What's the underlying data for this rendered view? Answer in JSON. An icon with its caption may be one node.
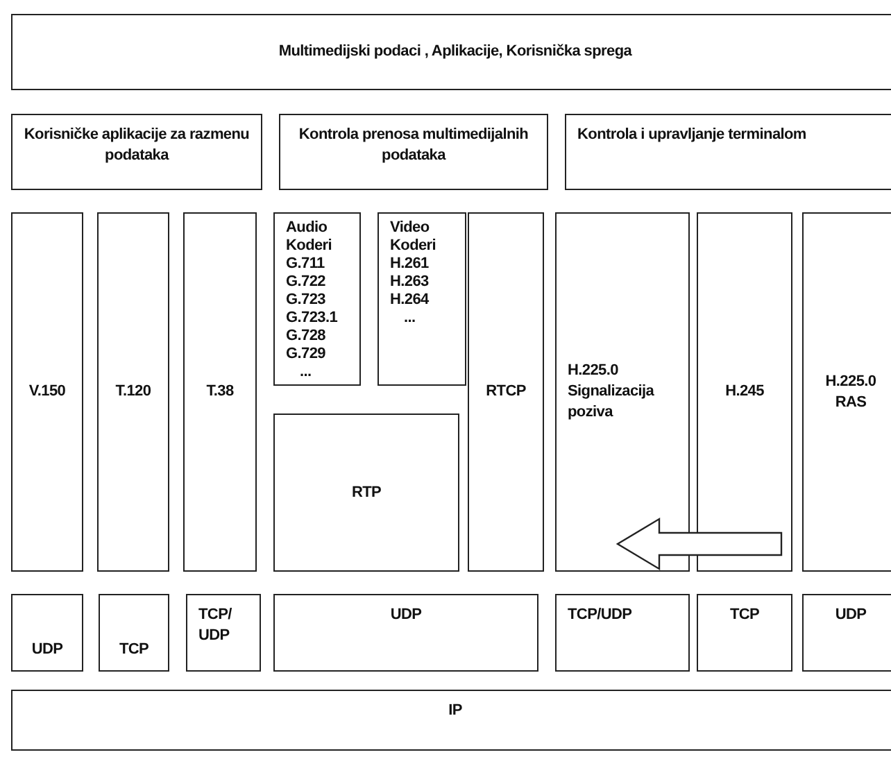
{
  "diagram": {
    "nodes": [
      {
        "text": [
          "Multimedijski podaci , Aplikacije, Korisnička sprega"
        ]
      },
      {
        "text": [
          "Korisničke aplikacije za razmenu podataka"
        ]
      },
      {
        "text": [
          "Kontrola prenosa multimedijalnih podataka"
        ]
      },
      {
        "text": [
          "Kontrola i upravljanje terminalom"
        ]
      },
      {
        "text": [
          "V.150"
        ]
      },
      {
        "text": [
          "T.120"
        ]
      },
      {
        "text": [
          "T.38"
        ]
      },
      {
        "text": [
          "Audio Koderi",
          "G.711",
          "G.722",
          "G.723",
          "G.723.1",
          "G.728",
          "G.729",
          "..."
        ]
      },
      {
        "text": [
          "Video Koderi",
          "H.261",
          "H.263",
          "H.264",
          "..."
        ]
      },
      {
        "text": [
          "RTCP"
        ]
      },
      {
        "text": [
          "H.225.0 Signalizacija poziva"
        ]
      },
      {
        "text": [
          "H.245"
        ]
      },
      {
        "text": [
          "H.225.0 RAS"
        ]
      },
      {
        "text": [
          "RTP"
        ]
      },
      {
        "text": [
          "UDP"
        ]
      },
      {
        "text": [
          "TCP"
        ]
      },
      {
        "text": [
          "TCP/ UDP"
        ]
      },
      {
        "text": [
          "UDP"
        ]
      },
      {
        "text": [
          "TCP/UDP"
        ]
      },
      {
        "text": [
          "TCP"
        ]
      },
      {
        "text": [
          "UDP"
        ]
      },
      {
        "text": [
          "IP"
        ]
      }
    ],
    "edges": [
      {
        "from": 11,
        "to": 10,
        "arrow": "to"
      }
    ]
  }
}
